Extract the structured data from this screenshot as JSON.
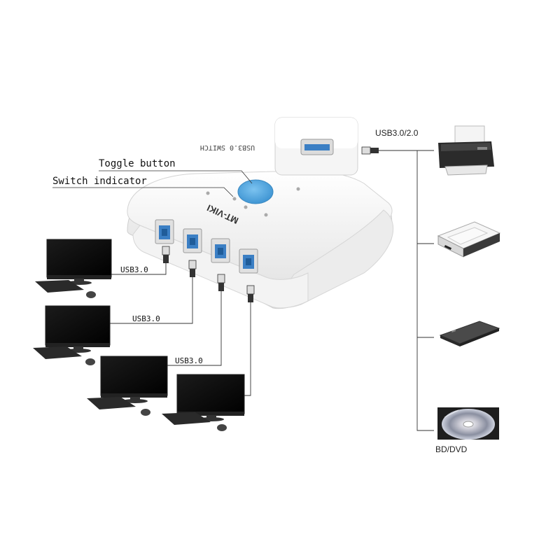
{
  "labels": {
    "toggle_button": "Toggle button",
    "switch_indicator": "Switch indicator",
    "usb_in_1": "USB3.0",
    "usb_in_2": "USB3.0",
    "usb_in_3": "USB3.0",
    "usb_out": "USB3.0/2.0",
    "bd_dvd": "BD/DVD"
  },
  "device": {
    "brand": "MT-VIKI",
    "top_label": "USB3.0 SWITCH"
  },
  "colors": {
    "device_body": "#f7f7f7",
    "toggle_button": "#4aa3e0",
    "port_blue": "#3b7fc4",
    "cable": "#333333",
    "screen": "#0a0a0a"
  }
}
